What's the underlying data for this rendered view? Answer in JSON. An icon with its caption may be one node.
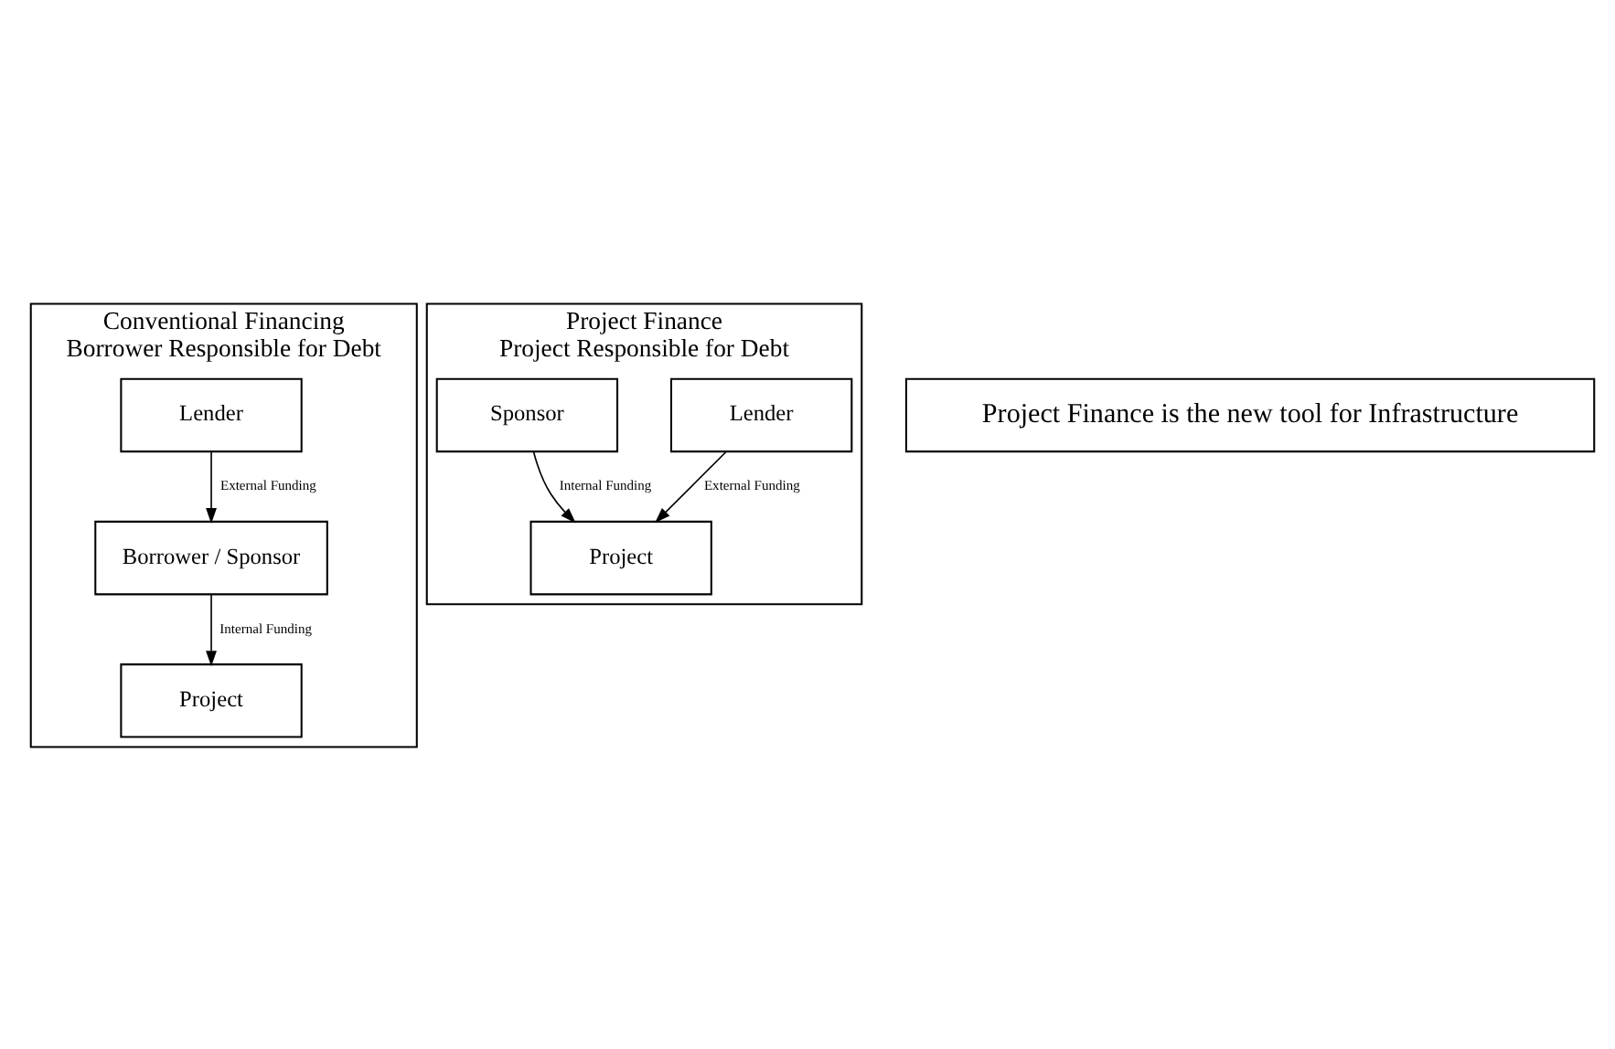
{
  "diagram": {
    "nodes": [
      {
        "text": [
          "Conventional Financing",
          "Borrower Responsible for Debt"
        ]
      },
      {
        "text": [
          "Lender"
        ],
        "in": 0
      },
      {
        "text": [
          "Borrower / Sponsor"
        ],
        "in": 0
      },
      {
        "text": [
          "Project"
        ],
        "in": 0
      },
      {
        "text": [
          "Project Finance",
          "Project Responsible for Debt"
        ]
      },
      {
        "text": [
          "Lender"
        ],
        "in": 4
      },
      {
        "text": [
          "Sponsor"
        ],
        "in": 4
      },
      {
        "text": [
          "Project"
        ],
        "in": 4
      },
      {
        "text": [
          "Project Finance is the new tool for Infrastructure"
        ]
      }
    ],
    "edges": [
      {
        "from": 1,
        "to": 2,
        "arrow": "to",
        "label": "External Funding"
      },
      {
        "from": 2,
        "to": 3,
        "arrow": "to",
        "label": "Internal Funding"
      },
      {
        "from": 6,
        "to": 7,
        "arrow": "to",
        "label": "Internal Funding"
      },
      {
        "from": 5,
        "to": 7,
        "arrow": "to",
        "label": "External Funding"
      }
    ]
  }
}
